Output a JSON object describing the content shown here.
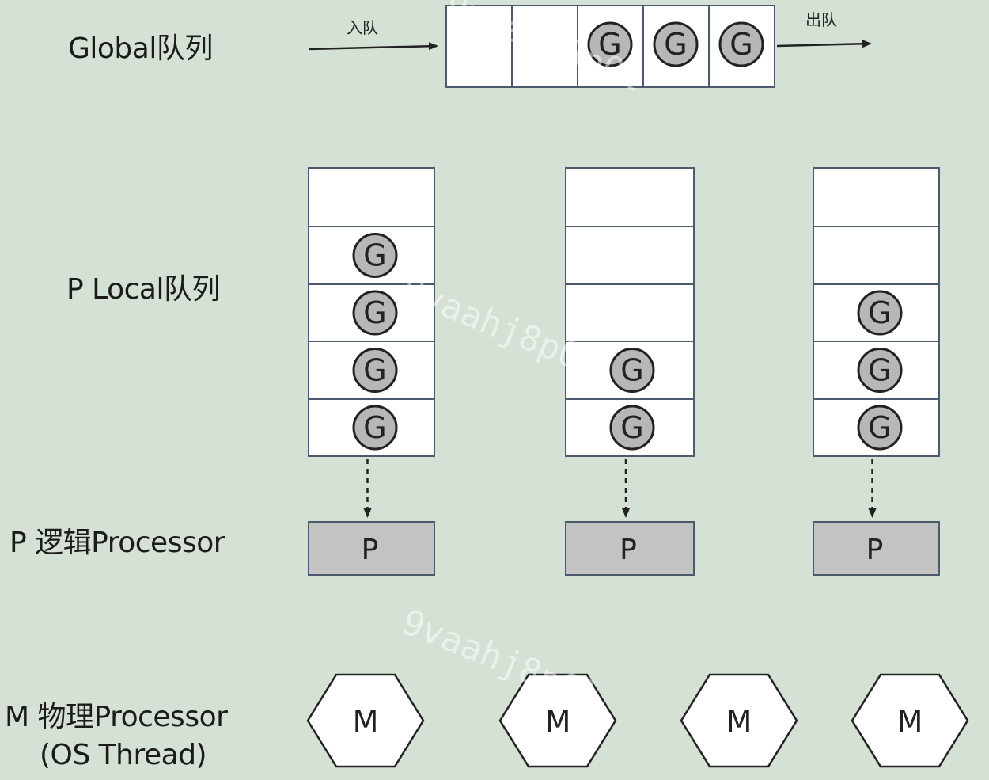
{
  "labels": {
    "global_queue": "Global队列",
    "local_queue": "P Local队列",
    "logical_processor": "P 逻辑Processor",
    "physical_processor_line1": "M 物理Processor",
    "physical_processor_line2": "(OS Thread)"
  },
  "arrows": {
    "enqueue": "入队",
    "dequeue": "出队"
  },
  "global_queue": {
    "slots": [
      "",
      "",
      "G",
      "G",
      "G"
    ]
  },
  "local_queues": [
    {
      "slots": [
        "",
        "G",
        "G",
        "G",
        "G"
      ],
      "processor": "P"
    },
    {
      "slots": [
        "",
        "",
        "",
        "G",
        "G"
      ],
      "processor": "P"
    },
    {
      "slots": [
        "",
        "",
        "G",
        "G",
        "G"
      ],
      "processor": "P"
    }
  ],
  "machines": [
    "M",
    "M",
    "M",
    "M"
  ],
  "watermark": "9vaahj8p0l",
  "colors": {
    "background": "#d4e1d4",
    "goroutine_fill": "#b7b7b7",
    "processor_fill": "#c3c3c3",
    "box_stroke": "#4d5a6e"
  }
}
